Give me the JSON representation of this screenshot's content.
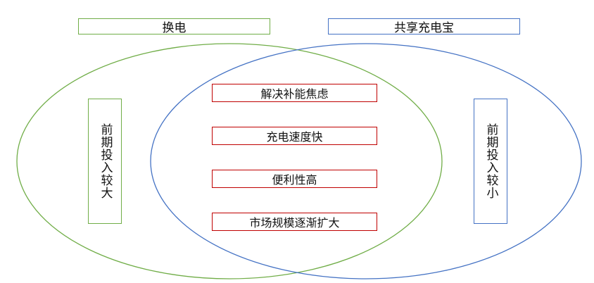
{
  "sets": {
    "left": {
      "title": "换电",
      "note": "前期投入较大",
      "color": "#70ad47"
    },
    "right": {
      "title": "共享充电宝",
      "note": "前期投入较小",
      "color": "#4472c4"
    }
  },
  "overlap": {
    "items": [
      "解决补能焦虑",
      "充电速度快",
      "便利性高",
      "市场规模逐渐扩大"
    ],
    "border_color": "#c00000"
  }
}
